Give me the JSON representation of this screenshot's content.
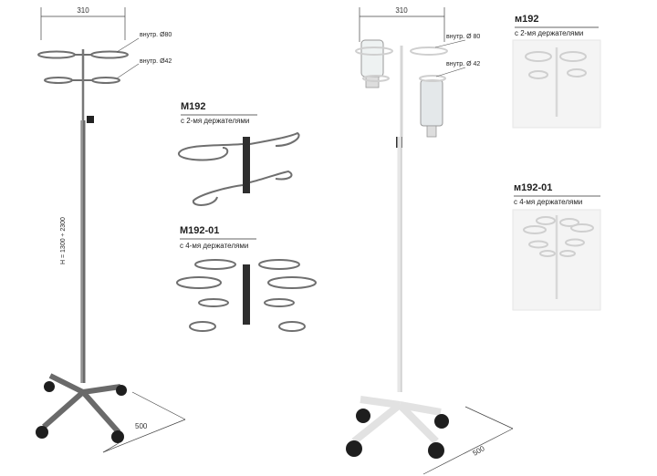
{
  "left_stand": {
    "width_dim": "310",
    "holder_top_label": "внутр. Ø80",
    "holder_bottom_label": "внутр. Ø42",
    "height_dim": "H = 1300 ÷ 2300",
    "base_dim": "500"
  },
  "right_stand": {
    "width_dim": "310",
    "holder_top_label": "внутр. Ø 80",
    "holder_bottom_label": "внутр. Ø 42",
    "base_dim": "500"
  },
  "variant_m192": {
    "model": "M192",
    "caption": "с 2-мя держателями"
  },
  "variant_m192_01": {
    "model": "M192-01",
    "caption": "с 4-мя держателями"
  },
  "photo_m192": {
    "model": "м192",
    "caption": "с 2-мя держателями"
  },
  "photo_m192_01": {
    "model": "м192-01",
    "caption": "с 4-мя держателями"
  },
  "colors": {
    "steel": "#6f6f6f",
    "white_frame": "#e8e8e8",
    "wheel": "#1e1e1e"
  }
}
